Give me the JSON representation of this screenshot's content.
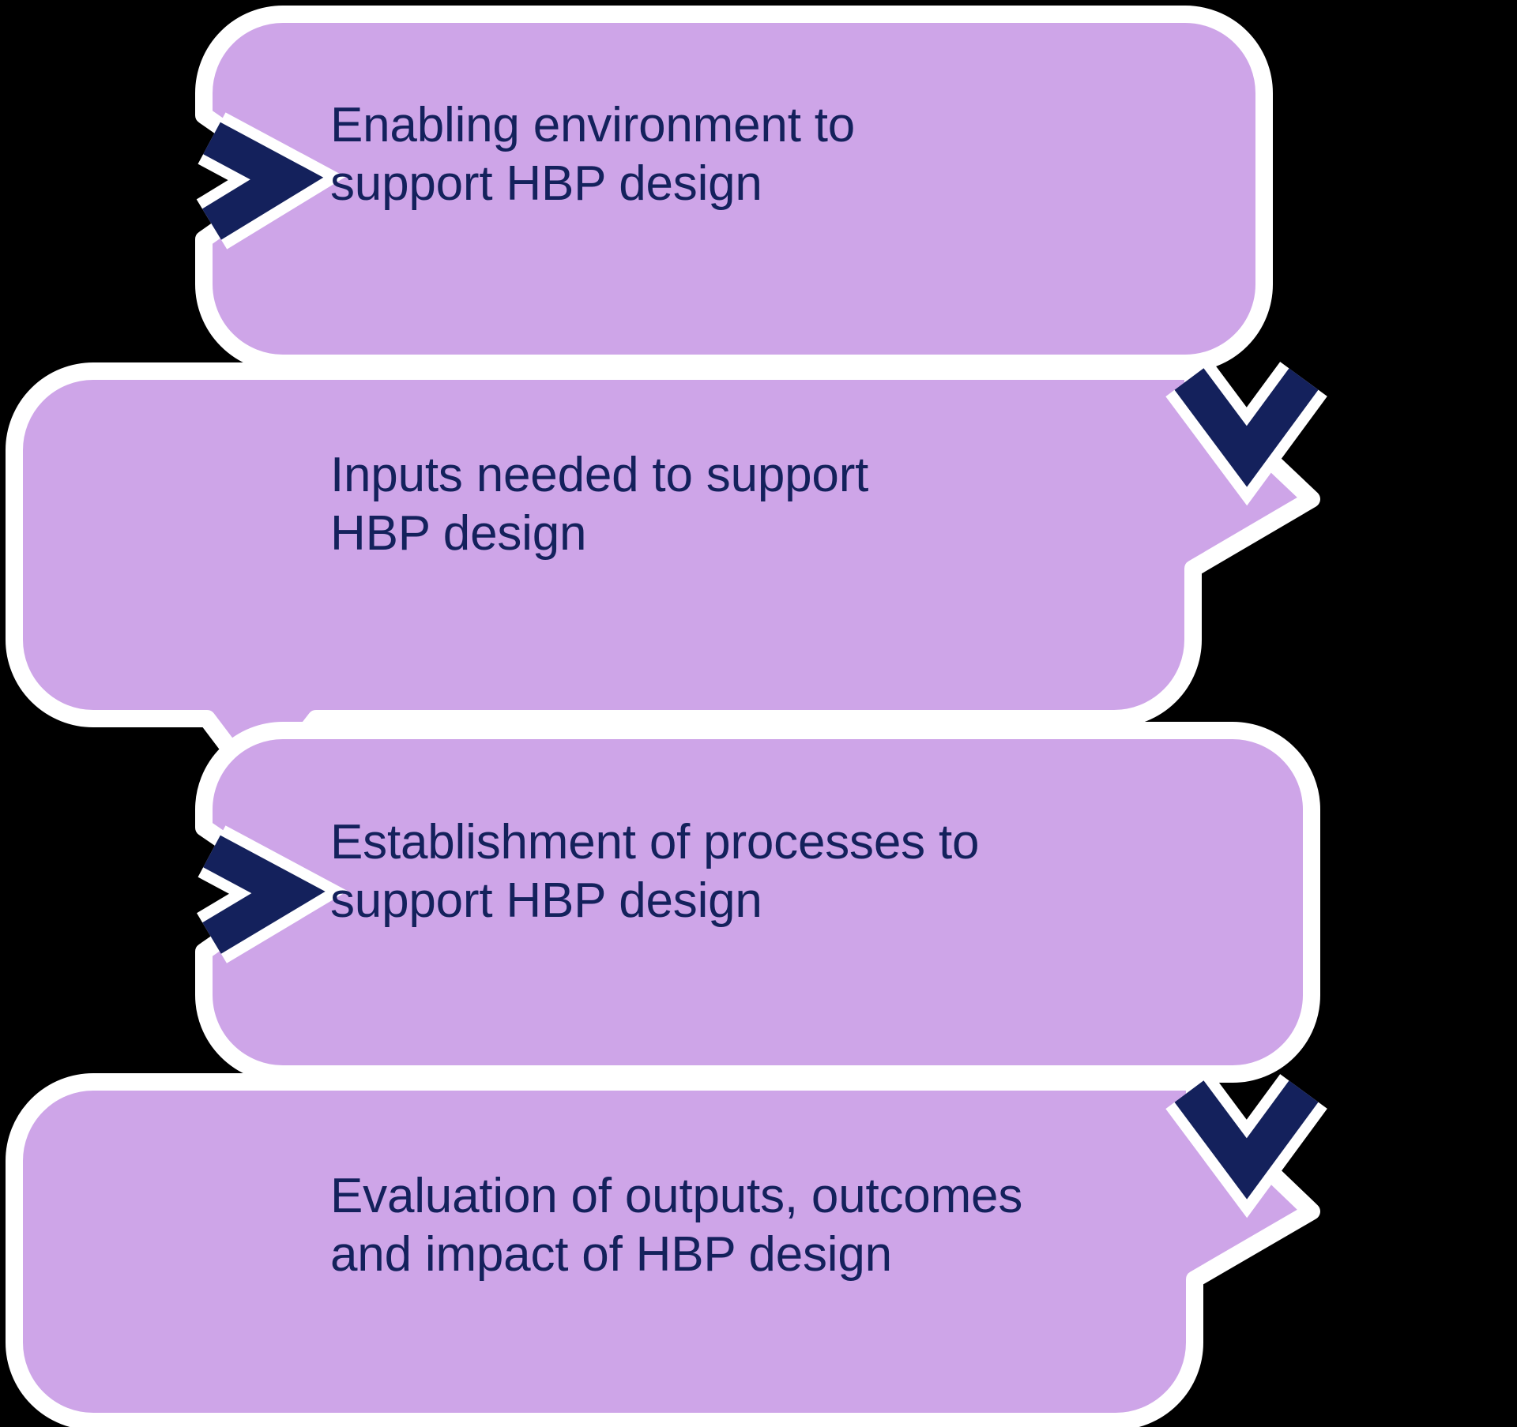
{
  "diagram": {
    "title": "HBP design process chevron flow",
    "type": "chevron-process-flow",
    "background_color": "#000000",
    "band_fill_color": "#CEA5E8",
    "band_outline_color": "#FFFFFF",
    "text_color": "#14215C",
    "chevron_color": "#14215C",
    "direction": "top-to-bottom",
    "steps": [
      {
        "index": 1,
        "label": "Enabling environment to\nsupport HBP design",
        "marker": "chevron-right-icon",
        "marker_side": "left"
      },
      {
        "index": 2,
        "label": "Inputs needed to support\nHBP design",
        "marker": "chevron-down-icon",
        "marker_side": "top-right"
      },
      {
        "index": 3,
        "label": "Establishment of processes to\nsupport HBP design",
        "marker": "chevron-right-icon",
        "marker_side": "left"
      },
      {
        "index": 4,
        "label": "Evaluation of outputs, outcomes\nand impact of HBP design",
        "marker": "chevron-down-icon",
        "marker_side": "top-right"
      }
    ]
  }
}
